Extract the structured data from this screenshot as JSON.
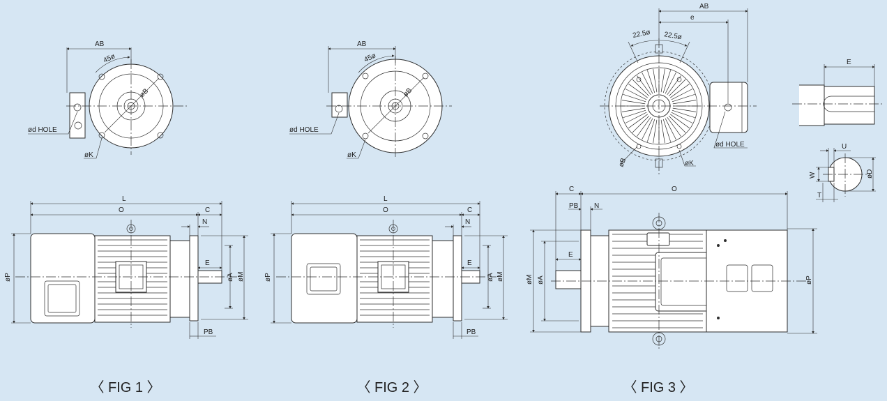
{
  "figures": [
    {
      "caption": "〈 FIG 1 〉"
    },
    {
      "caption": "〈 FIG 2 〉"
    },
    {
      "caption": "〈 FIG 3 〉"
    }
  ],
  "labels": {
    "ab": "AB",
    "angle45": "45ø",
    "angle225": "22.5ø",
    "phiB": "øB",
    "phiK": "øK",
    "hole": "ød HOLE",
    "L": "L",
    "O": "O",
    "C": "C",
    "N": "N",
    "E": "E",
    "e": "e",
    "PB": "PB",
    "phiA": "øA",
    "phiM": "øM",
    "phiP": "øP",
    "U": "U",
    "W": "W",
    "T": "T",
    "phiD": "øD"
  }
}
